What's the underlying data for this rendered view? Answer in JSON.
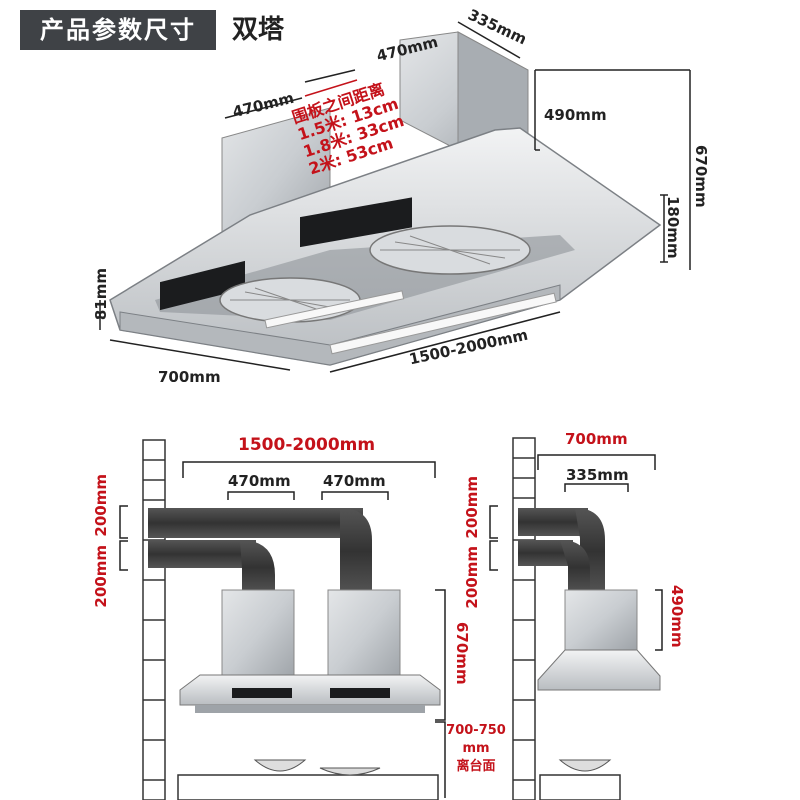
{
  "header": {
    "badge": "产品参数尺寸",
    "model": "双塔"
  },
  "top_view": {
    "dim_top_width": "470mm",
    "dim_top_depth": "335mm",
    "dim_left_chimney": "470mm",
    "dim_chimney_height": "490mm",
    "dim_total_height": "670mm",
    "dim_hood_height": "180mm",
    "dim_front_height": "81mm",
    "dim_depth": "700mm",
    "dim_width": "1500-2000mm",
    "note_lines": [
      "围板之间距离",
      "1.5米: 13cm",
      "1.8米: 33cm",
      "2米: 53cm"
    ]
  },
  "front_view": {
    "dim_total_width": "1500-2000mm",
    "dim_left_chimney": "470mm",
    "dim_right_chimney": "470mm",
    "dim_duct_upper": "200mm",
    "dim_duct_lower": "200mm",
    "dim_height": "670mm",
    "dim_install_value": "700-750",
    "dim_install_unit": "mm",
    "dim_install_label": "离台面"
  },
  "side_view": {
    "dim_depth": "700mm",
    "dim_chimney_depth": "335mm",
    "dim_duct_upper": "200mm",
    "dim_duct_lower": "200mm",
    "dim_chimney_height": "490mm"
  }
}
